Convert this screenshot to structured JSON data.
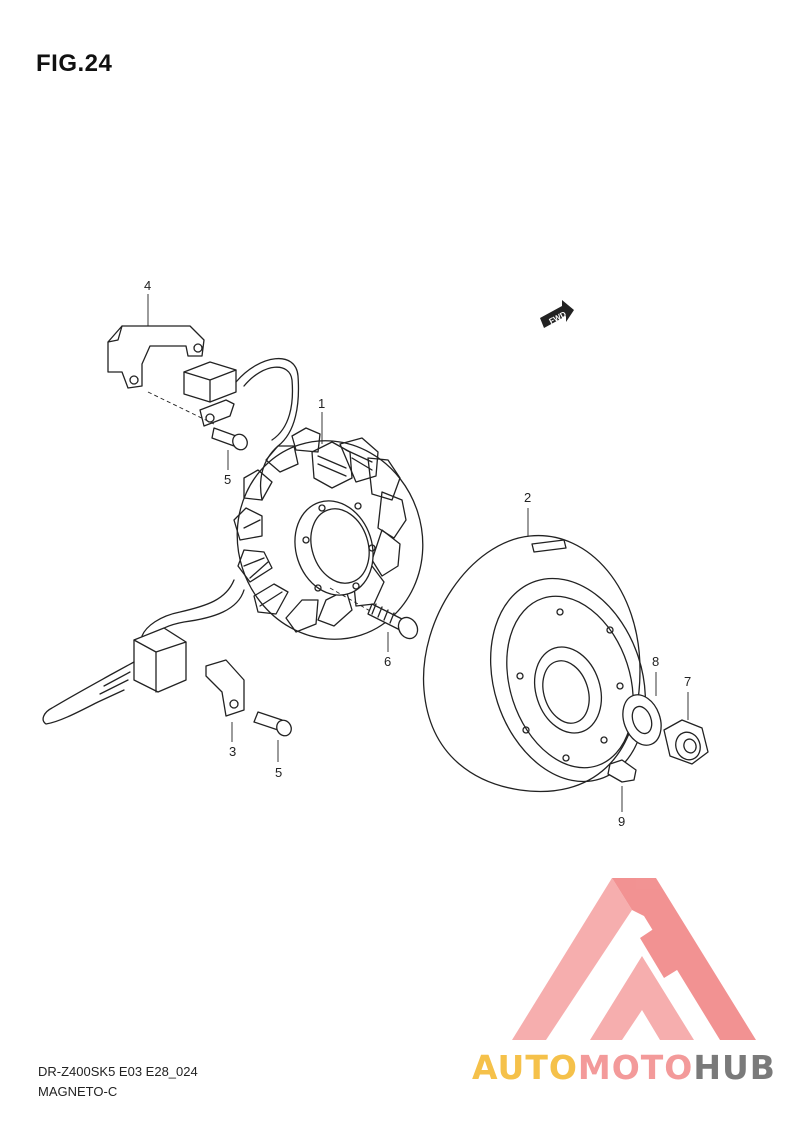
{
  "figure": {
    "title": "FIG.24"
  },
  "fwd_label": "FWD",
  "callouts": [
    {
      "id": "1",
      "label": "1"
    },
    {
      "id": "2",
      "label": "2"
    },
    {
      "id": "3",
      "label": "3"
    },
    {
      "id": "4",
      "label": "4"
    },
    {
      "id": "5a",
      "label": "5"
    },
    {
      "id": "5b",
      "label": "5"
    },
    {
      "id": "6",
      "label": "6"
    },
    {
      "id": "7",
      "label": "7"
    },
    {
      "id": "8",
      "label": "8"
    },
    {
      "id": "9",
      "label": "9"
    }
  ],
  "footer": {
    "line1": "DR-Z400SK5  E03 E28_024",
    "line2": "MAGNETO-C"
  },
  "watermark": {
    "part1": "AUTO",
    "part2": "MOTO",
    "part3": "HUB",
    "colors": {
      "logo": "#f08080",
      "auto": "#f5c14a",
      "moto": "#f39a9a",
      "hub": "#7a7a7a"
    }
  }
}
